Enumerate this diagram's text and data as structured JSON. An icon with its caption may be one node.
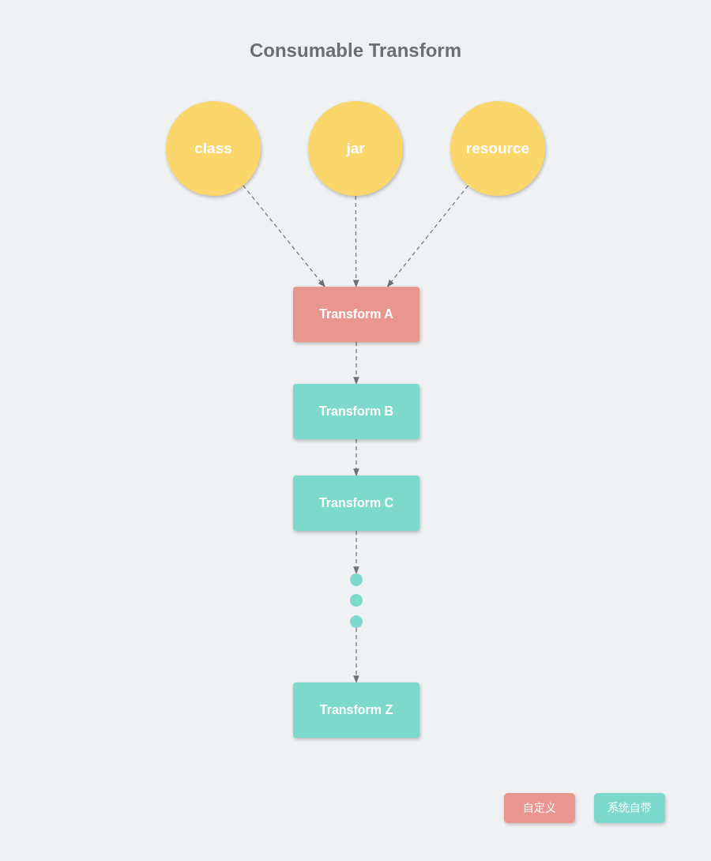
{
  "diagram": {
    "title": "Consumable Transform",
    "nodes": [
      {
        "text": [
          "class"
        ]
      },
      {
        "text": [
          "jar"
        ]
      },
      {
        "text": [
          "resource"
        ]
      },
      {
        "text": [
          "Transform A"
        ]
      },
      {
        "text": [
          "Transform B"
        ]
      },
      {
        "text": [
          "Transform C"
        ]
      },
      {
        "text": [],
        "shape": "circle"
      },
      {
        "text": [],
        "shape": "circle"
      },
      {
        "text": [],
        "shape": "circle"
      },
      {
        "text": [
          "Transform Z"
        ]
      }
    ],
    "edges": [
      {
        "from": 0,
        "to": 3,
        "arrow": "to",
        "style": "dashed"
      },
      {
        "from": 1,
        "to": 3,
        "arrow": "to",
        "style": "dashed"
      },
      {
        "from": 2,
        "to": 3,
        "arrow": "to",
        "style": "dashed"
      },
      {
        "from": 3,
        "to": 4,
        "arrow": "to",
        "style": "dashed"
      },
      {
        "from": 4,
        "to": 5,
        "arrow": "to",
        "style": "dashed"
      },
      {
        "from": 5,
        "to": 6,
        "arrow": "to",
        "style": "dashed"
      },
      {
        "from": 8,
        "to": 9,
        "arrow": "to",
        "style": "dashed"
      }
    ],
    "legend": [
      {
        "text": "自定义",
        "color": "#e9968f"
      },
      {
        "text": "系统自带",
        "color": "#7dd9cb"
      }
    ]
  }
}
